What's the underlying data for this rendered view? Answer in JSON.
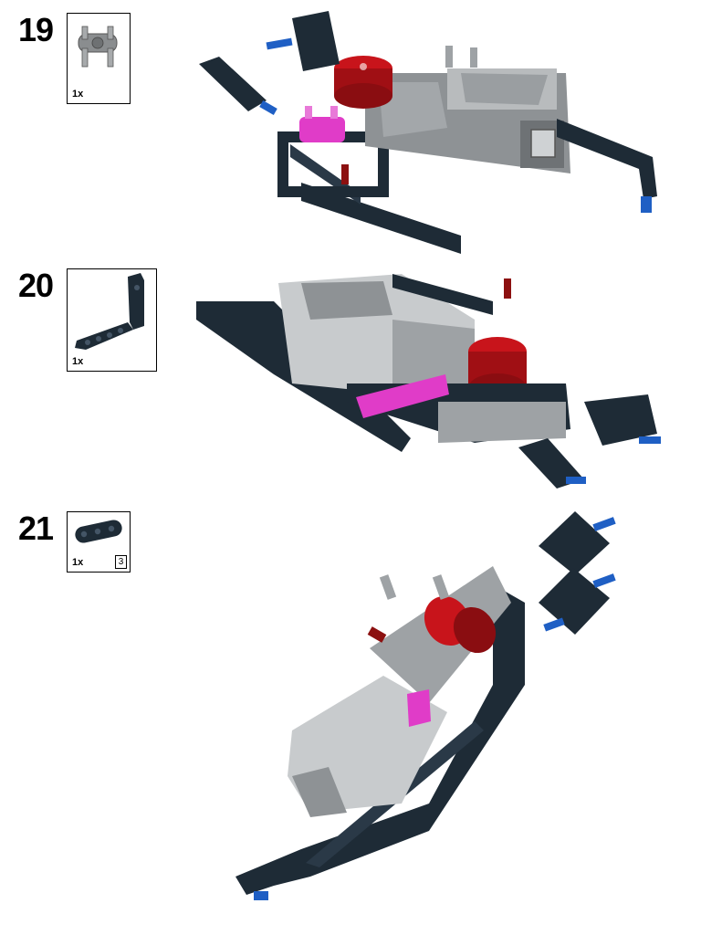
{
  "steps": [
    {
      "number": "19",
      "part_qty": "1x",
      "part": "double-axle-pin-connector",
      "part_color": "#8a8d8f"
    },
    {
      "number": "20",
      "part_qty": "1x",
      "part": "l-shaped-beam",
      "part_color": "#1e2b36"
    },
    {
      "number": "21",
      "part_qty": "1x",
      "part": "straight-beam",
      "part_color": "#1e2b36",
      "part_length": "3"
    }
  ],
  "colors": {
    "dark_bluish_gray": "#1e2b36",
    "light_gray": "#9ea2a5",
    "white": "#e6e6e6",
    "red": "#c8141b",
    "magenta": "#e03cc8",
    "blue": "#1f5fc4",
    "dark_red": "#8c1010"
  }
}
